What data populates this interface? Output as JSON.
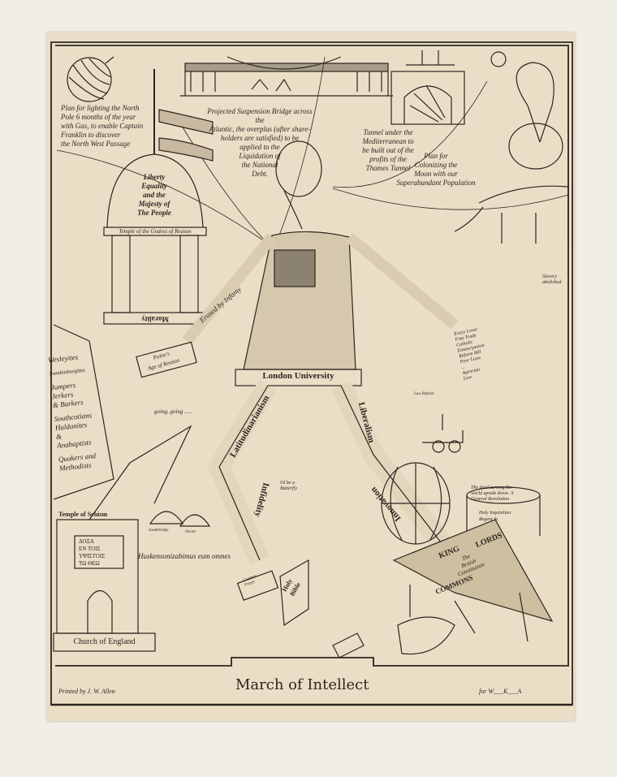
{
  "print": {
    "title": "March of Intellect",
    "printer": "Printed by J. W. Allen",
    "publisher": "for W___K___A",
    "paper_color": "#eadfc6",
    "ink_color": "#2b2520"
  },
  "captions": {
    "north_pole": "Plan for lighting the North\nPole 6 months of the year\nwith Gas, to enable Captain\nFranklin to discover\nthe North West Passage",
    "bridge": "Projected Suspension Bridge across the\nAtlantic, the overplus (after share-\nholders are satisfied) to be\napplied to the\nLiquidation of\nthe National\nDebt.",
    "tunnel": "Tunnel under the\nMediterranean to\nbe built out of the\nprofits of the\nThames Tunnel",
    "moon": "Plan for\nColonizing the\nMoon with our\nSuperabundant Population",
    "temple_dome": "Liberty\nEquality\nand the\nMajesty of\nThe People",
    "temple_frieze": "Temple of the Godess of Reason",
    "temple_base": "Morality",
    "left_arm": "Erased by Infamy",
    "book_left": "Paine's\nAge of Reason",
    "skirt_band": "London University",
    "left_thigh": "Latitudinarianism",
    "right_thigh": "Liberalism",
    "left_shin": "Infidelity",
    "right_shin": "Innovation",
    "going": "going, going ......",
    "sects": [
      "Wesleyites",
      "Swedenborgites",
      "Jumpers\nJerkers\n& Barkers",
      "Southcotians\nHaldanites\n&\nAnabaptists",
      "Quakers and\nMethodists"
    ],
    "church_top": "Temple of Schism",
    "church_base": "Church of England",
    "church_greek": "ΔΟΞΑ\nΕΝ ΤΟΙΣ\nΥΨΙΣΤΟΙΣ\nΤΩ ΘΕΩ",
    "domes": [
      "Southbridge",
      "Oscott"
    ],
    "motto": "Huskensonizabimus eum omnes",
    "butterfly": "I'd be a\nButterfly",
    "holy_bible": "Holy\nBible",
    "prayer_book": "Common\nPrayer",
    "devil_cylinder": "The devil turning the\nworld upside down. A\nGeneral Revolution",
    "inquisition": "Holy Inquisition\nRegent St.",
    "constitution": [
      "KING",
      "LORDS",
      "The\nBritish\nConstitution",
      "COMMONS"
    ],
    "scroll": "Every Lover\nFree Trade\nCatholic\nEmancipation\nReform Bill\nPoor Laws\n...\nAgrarian\nLaw",
    "slavery": "Slavery\nabolished",
    "law_reform": "Law Reform"
  }
}
